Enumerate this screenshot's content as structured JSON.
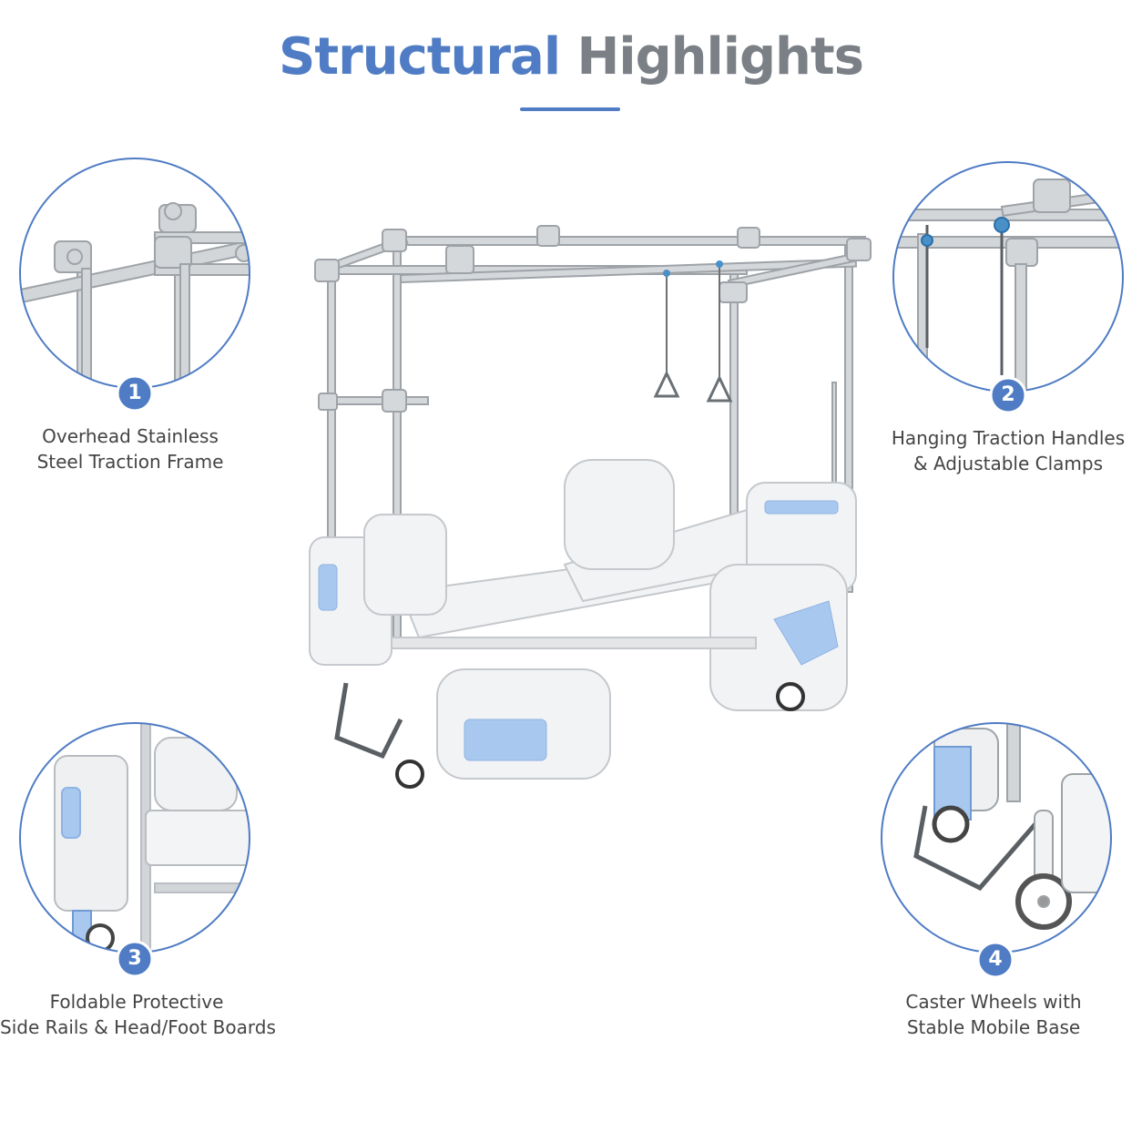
{
  "title": {
    "part1": "Structural",
    "part2": "Highlights"
  },
  "colors": {
    "accent": "#4f7cc4",
    "title_gray": "#7b7f86",
    "bed_blue": "#a9c8ef"
  },
  "features": [
    {
      "number": "1",
      "line1": "Overhead Stainless",
      "line2": "Steel Traction Frame"
    },
    {
      "number": "2",
      "line1": "Hanging Traction Handles",
      "line2": "& Adjustable Clamps"
    },
    {
      "number": "3",
      "line1": "Foldable Protective",
      "line2": "Side Rails & Head/Foot Boards"
    },
    {
      "number": "4",
      "line1": "Caster Wheels with",
      "line2": "Stable Mobile Base"
    }
  ]
}
